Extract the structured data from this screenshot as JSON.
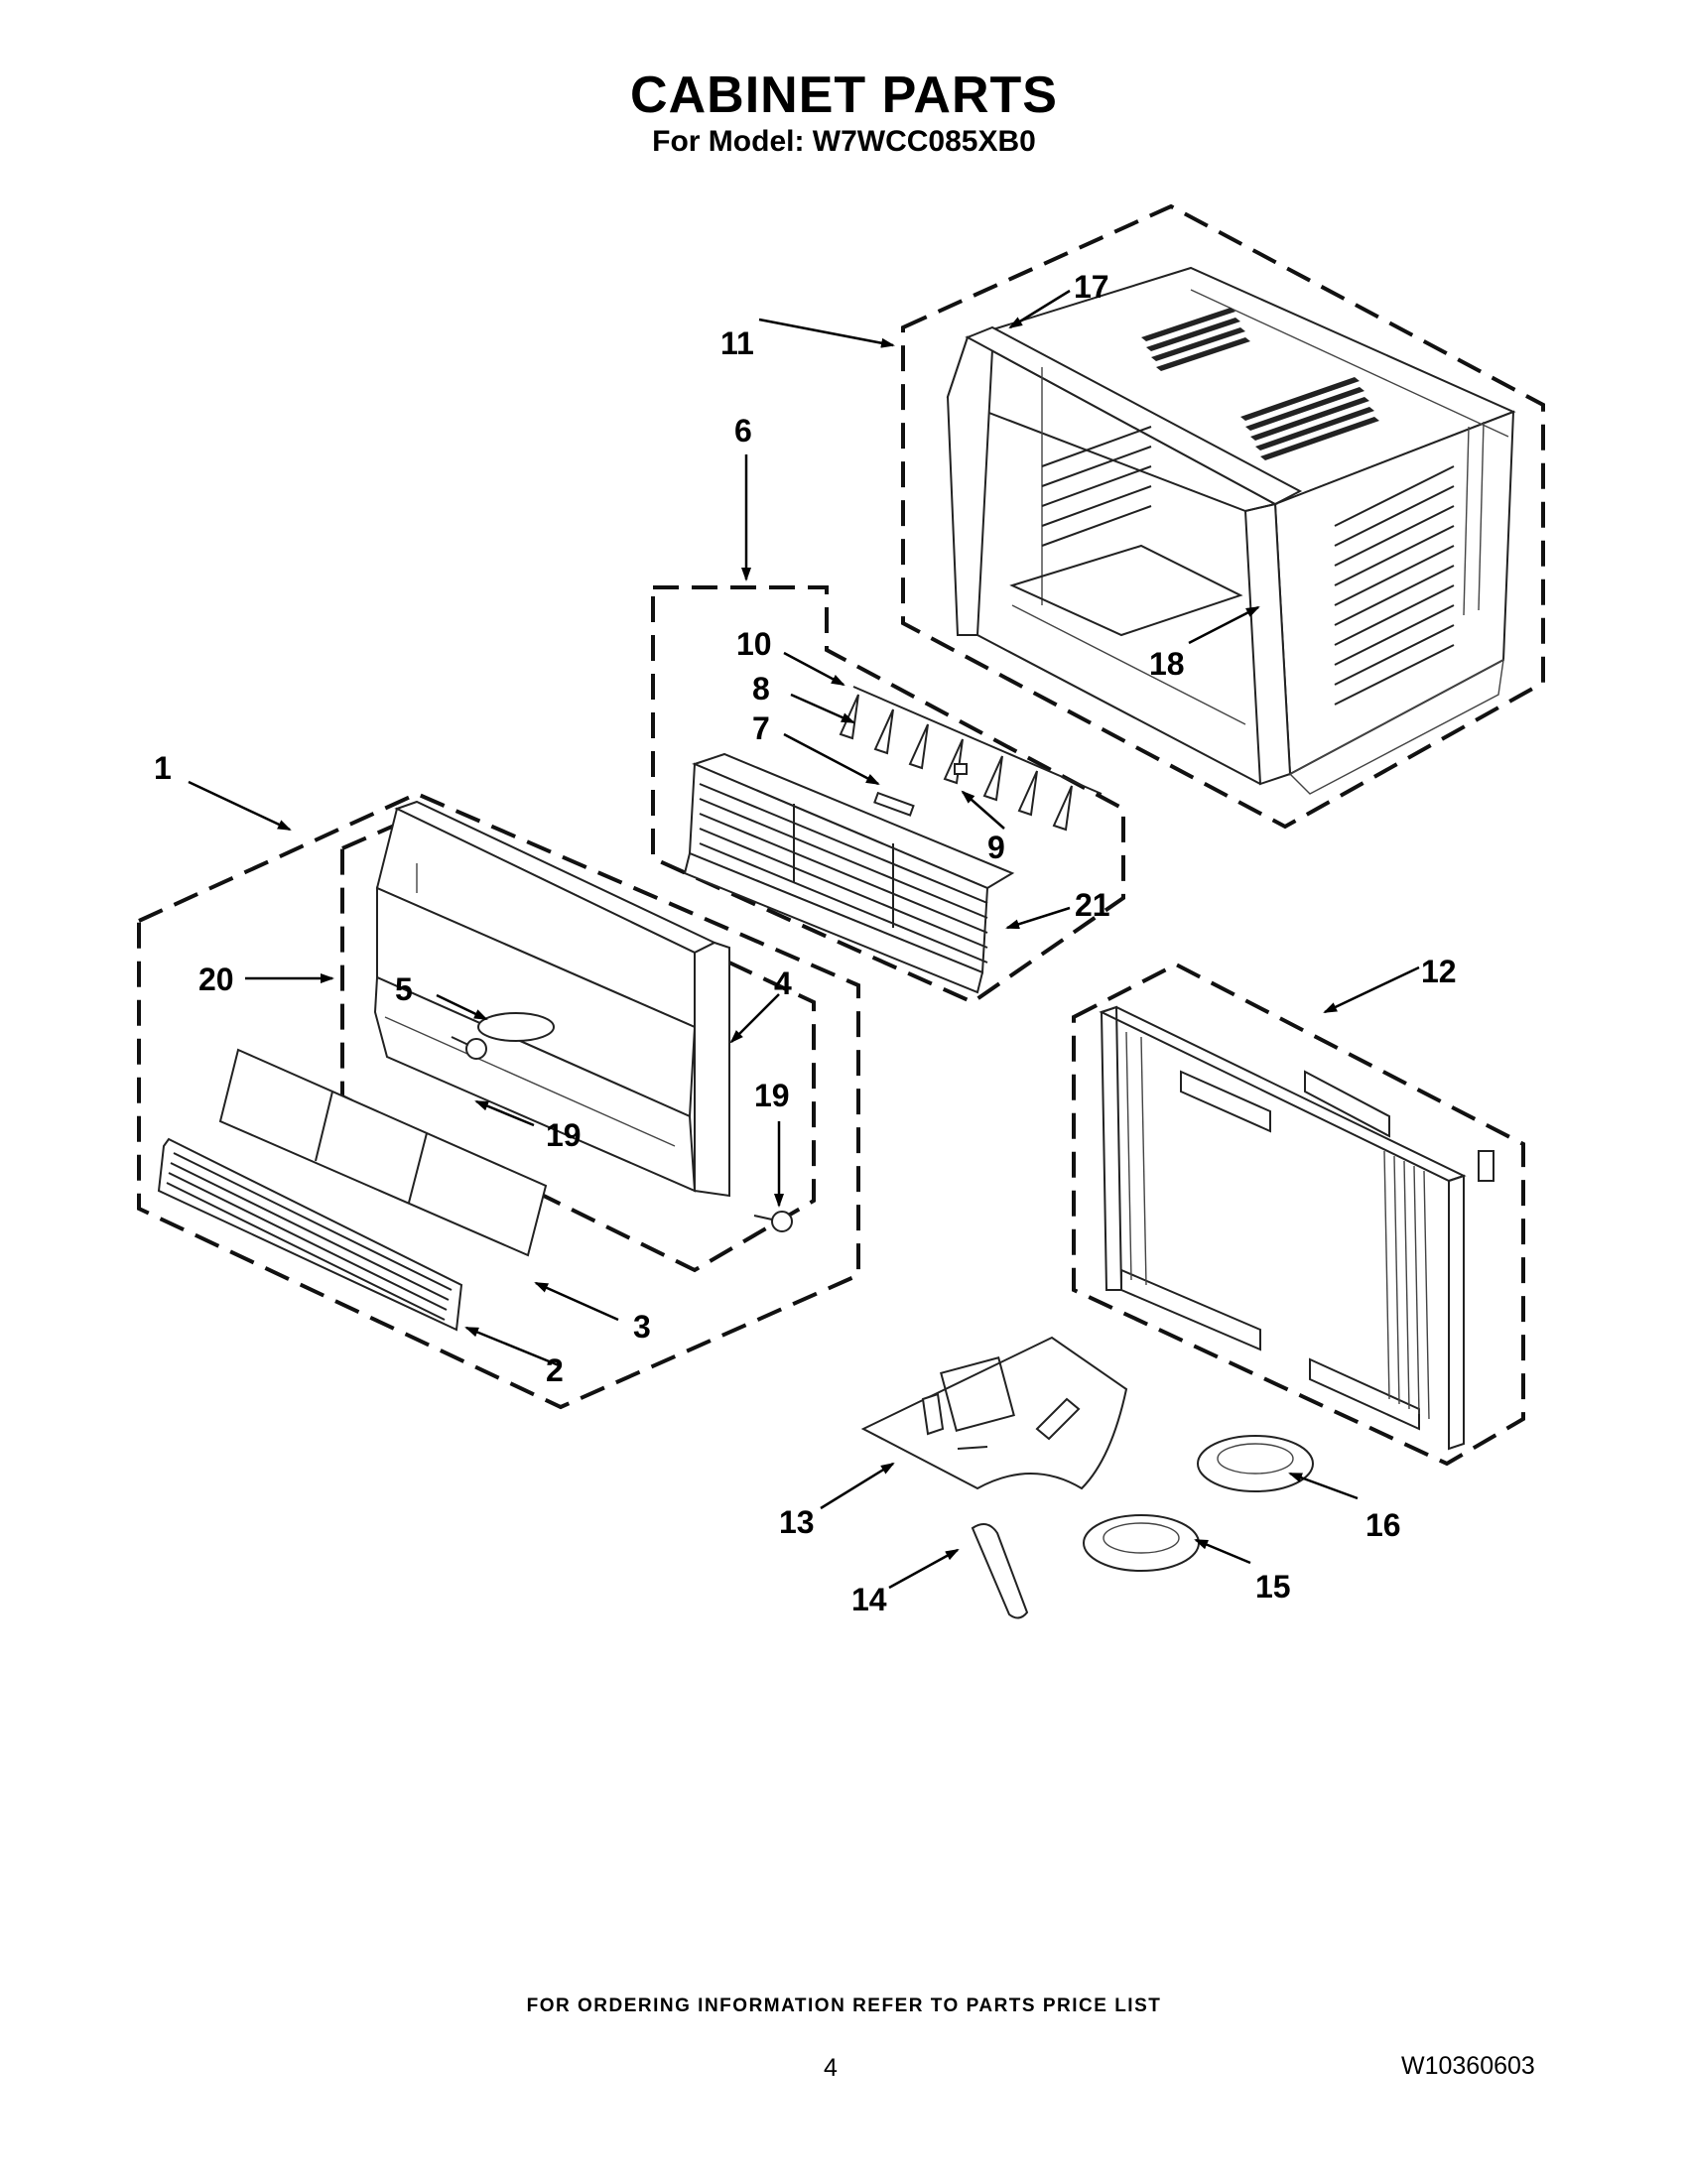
{
  "header": {
    "title": "CABINET PARTS",
    "subtitle": "For Model: W7WCC085XB0"
  },
  "callouts": {
    "c1": "1",
    "c2": "2",
    "c3": "3",
    "c4": "4",
    "c5": "5",
    "c6": "6",
    "c7": "7",
    "c8": "8",
    "c9": "9",
    "c10": "10",
    "c11": "11",
    "c12": "12",
    "c13": "13",
    "c14": "14",
    "c15": "15",
    "c16": "16",
    "c17": "17",
    "c18": "18",
    "c19a": "19",
    "c19b": "19",
    "c20": "20",
    "c21": "21"
  },
  "footer": {
    "note": "FOR ORDERING INFORMATION REFER TO PARTS PRICE LIST",
    "page": "4",
    "doc_id": "W10360603"
  }
}
